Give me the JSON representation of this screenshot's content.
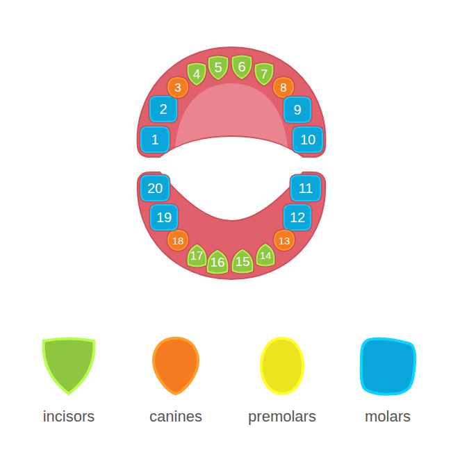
{
  "diagram": {
    "nodes": [
      {
        "text": [
          "1"
        ]
      },
      {
        "text": [
          "2"
        ]
      },
      {
        "text": [
          "3"
        ]
      },
      {
        "text": [
          "4"
        ]
      },
      {
        "text": [
          "5"
        ]
      },
      {
        "text": [
          "6"
        ]
      },
      {
        "text": [
          "7"
        ]
      },
      {
        "text": [
          "8"
        ]
      },
      {
        "text": [
          "9"
        ]
      },
      {
        "text": [
          "10"
        ]
      },
      {
        "text": [
          "11"
        ]
      },
      {
        "text": [
          "12"
        ]
      },
      {
        "text": [
          "13"
        ]
      },
      {
        "text": [
          "14"
        ]
      },
      {
        "text": [
          "15"
        ]
      },
      {
        "text": [
          "16"
        ]
      },
      {
        "text": [
          "17"
        ]
      },
      {
        "text": [
          "18"
        ]
      },
      {
        "text": [
          "19"
        ]
      },
      {
        "text": [
          "20"
        ]
      }
    ],
    "legend": [
      {
        "text": "incisors",
        "color": "#8dc63f"
      },
      {
        "text": "canines",
        "color": "#f47b20"
      },
      {
        "text": "premolars",
        "color": "#ede31f"
      },
      {
        "text": "molars",
        "color": "#0aa5d9"
      }
    ]
  }
}
